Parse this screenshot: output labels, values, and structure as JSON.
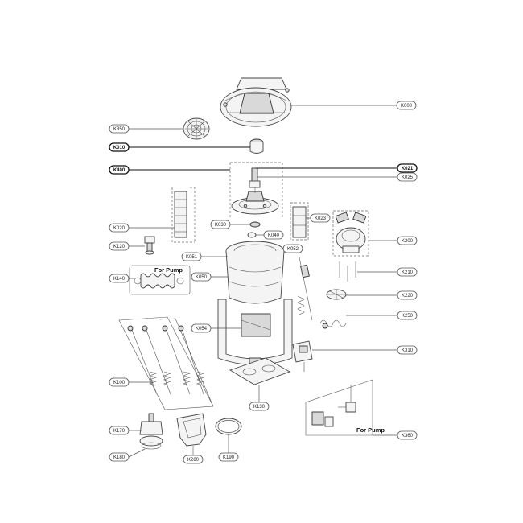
{
  "labels": {
    "k000": "K000",
    "k350": "K350",
    "k010": "K010",
    "k400": "K400",
    "k021": "K021",
    "k025": "K025",
    "k020": "K020",
    "k030": "K030",
    "k023": "K023",
    "k040": "K040",
    "k050": "K050",
    "k051": "K051",
    "k052": "K052",
    "k054": "K054",
    "k120": "K120",
    "k140": "K140",
    "k200": "K200",
    "k210": "K210",
    "k220": "K220",
    "k250": "K250",
    "k310": "K310",
    "k100": "K100",
    "k130": "K130",
    "k170": "K170",
    "k180": "K180",
    "k280": "K280",
    "k190": "K190",
    "k360": "K360"
  },
  "captions": {
    "for_pump_top": "For Pump",
    "for_pump_bottom": "For Pump"
  }
}
